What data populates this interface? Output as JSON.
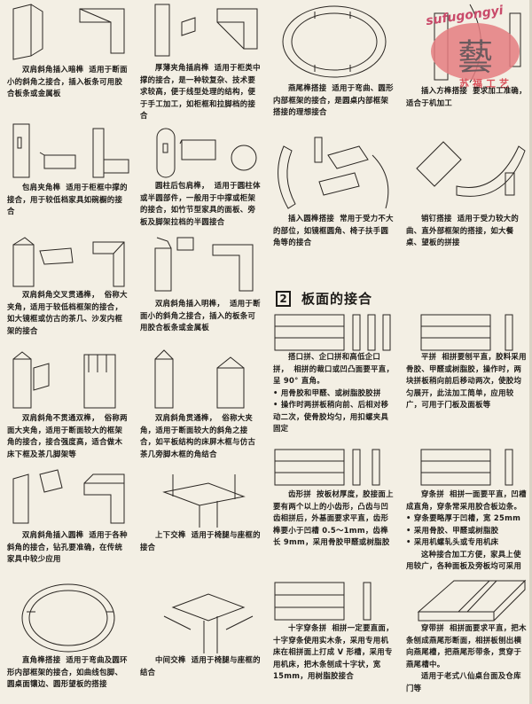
{
  "section": {
    "number": "2",
    "title": "板面的接合"
  },
  "stamp": {
    "latin": "sufugongyi",
    "glyph": "藝",
    "chinese": "苏福工艺"
  },
  "captions": {
    "c1_1": {
      "title": "双肩斜角插入暗榫",
      "body": "适用于断面小的斜角之接合，插入板条可用胶合板条或金属板"
    },
    "c1_2": {
      "title": "包肩夹角榫",
      "body": "适用于柜框中撑的接合，用于较低档家具如碗橱的接合"
    },
    "c1_3": {
      "title": "双肩斜角交叉贯通榫，",
      "body": "俗称大夹角，适用于较低档框架的接合，如大镜框或仿古的茶几、沙发内框架的接合"
    },
    "c1_4": {
      "title": "双肩斜角不贯通双榫，",
      "body": "俗称两面大夹角，适用于断面较大的框架角的接合，接合强度高，适合做木床下框及茶几脚架等"
    },
    "c1_5": {
      "title": "双肩斜角插入圆榫",
      "body": "适用于各种斜角的接合，钻孔要准确，在传统家具中较少应用"
    },
    "c1_6": {
      "title": "直角榫搭接",
      "body": "适用于弯曲及圆环形内部框架的接合，如曲线包脚、圆桌面镶边、圆形望板的搭接"
    },
    "c2_1": {
      "title": "厚薄夹角插肩榫",
      "body": "适用于柜类中撑的接合，是一种较复杂、技术要求较高，便于线型处理的结构，便于手工加工，如柜框和拉脚档的接合"
    },
    "c2_2": {
      "title": "圆柱后包肩榫，",
      "body": "适用于圆柱体或半圆部件，一般用于中撑或柜架的接合，如竹节型家具的面板、旁板及脚架拉档的半圆接合"
    },
    "c2_3": {
      "title": "双肩斜角插入明榫，",
      "body": "适用于断面小的斜角之接合，插入的板条可用胶合板条或金属板"
    },
    "c2_4": {
      "title": "双肩斜角贯通榫，",
      "body": "俗称大夹角，适用于断面较大的斜角之接合，如平板结构的床屏木框与仿古茶几旁脚木框的角结合"
    },
    "c2_5": {
      "title": "上下交榫",
      "body": "适用于椅腿与座框的接合"
    },
    "c2_6": {
      "title": "中间交榫",
      "body": "适用于椅腿与座框的结合"
    },
    "c3_1": {
      "title": "燕尾榫搭接",
      "body": "适用于弯曲、圆形内部框架的接合，是圆桌内部框架搭接的理想接合"
    },
    "c3_2": {
      "title": "插入圆榫搭接",
      "body": "常用于受力不大的部位，如镜框圆角、椅子扶手圆角等的接合"
    },
    "c3_3": {
      "title": "搭口拼、企口拼和高低企口拼，",
      "body": "相拼的裁口或凹凸面要平直，呈 90° 直角。",
      "bullets": [
        "用骨胶和甲醛、或树脂胶胶拼",
        "操作时两拼板稍向前、后相对移动二次，使骨胶均匀，用扣螺夹具固定"
      ]
    },
    "c3_4": {
      "title": "齿形拼",
      "body": "按板材厚度，胶接面上要有两个以上的小齿形，凸齿与凹齿相拼后，外基面要求平直，齿形榫要小于凹槽 0.5～1mm，齿榫长 9mm，采用骨胶甲醛或树脂胶"
    },
    "c3_5": {
      "title": "十字穿条拼",
      "body": "相拼一定要直面，十字穿条使用实木条，采用专用机床在相拼面上打成 V 形槽，采用专用机床，把木条刨成十字状，宽 15mm，用树脂胶接合"
    },
    "c4_1": {
      "title": "插入方榫搭接",
      "body": "要求加工准确，适合于机加工"
    },
    "c4_2": {
      "title": "销钉搭接",
      "body": "适用于受力较大的曲、直外部框架的搭接，如大餐桌、望板的拼接"
    },
    "c4_3": {
      "title": "平拼",
      "body": "相拼要刨平直，胶料采用骨胶、甲醛或树脂胶，操作时，两块拼板稍向前后移动两次，使胶均匀展开，此法加工简单，应用较广，可用于门板及面板等"
    },
    "c4_4": {
      "title": "穿条拼",
      "body": "相拼一面要平直，凹槽成直角，穿条常采用胶合板边条。",
      "bullets": [
        "穿条要略厚于凹槽，宽 25mm",
        "采用骨胶、甲醛或树脂胶",
        "采用机螺轧头或专用机床"
      ],
      "tail": "这种接合加工方便，家具上使用较广，各种面板及旁板均可采用"
    },
    "c4_5": {
      "title": "穿带拼",
      "body": "相拼面要求平直，把木条刨成燕尾形断面，相拼板刨出横向燕尾槽，把燕尾形带条，贯穿于燕尾槽中。",
      "tail": "适用于老式八仙桌台面及仓库门等"
    }
  }
}
